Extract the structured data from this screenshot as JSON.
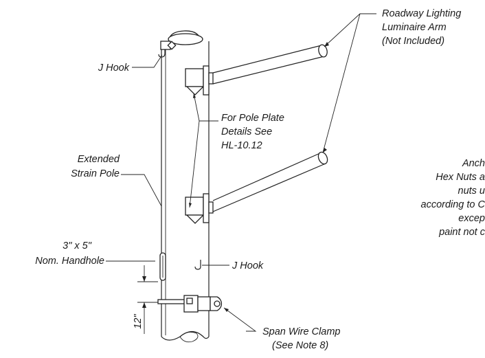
{
  "labels": {
    "luminaire_1": "Roadway Lighting",
    "luminaire_2": "Luminaire Arm",
    "luminaire_3": "(Not Included)",
    "j_hook_top": "J Hook",
    "pole_plate_1": "For Pole Plate",
    "pole_plate_2": "Details See",
    "pole_plate_3": "HL-10.12",
    "strain_pole_1": "Extended",
    "strain_pole_2": "Strain Pole",
    "handhole_1": "3\" x 5\"",
    "handhole_2": "Nom. Handhole",
    "j_hook_bottom": "J Hook",
    "dim_12": "12\"",
    "clamp_1": "Span Wire Clamp",
    "clamp_2": "(See Note 8)"
  },
  "note_fragments": {
    "line_1": "Anch",
    "line_2": "Hex Nuts a",
    "line_3": "nuts u",
    "line_4": "according to C",
    "line_5": "excep",
    "line_6": "paint not c"
  }
}
